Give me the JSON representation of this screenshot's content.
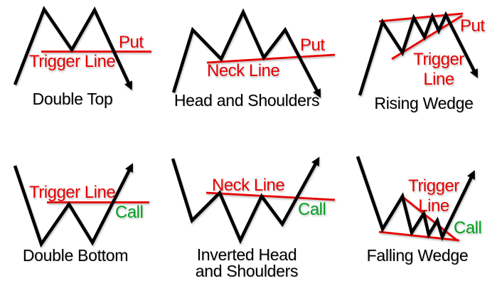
{
  "colors": {
    "background": "#ffffff",
    "pattern": "#000000",
    "signal_line": "#e60000",
    "bearish": "#e60000",
    "bullish": "#00a01e",
    "caption": "#000000"
  },
  "panels": [
    {
      "name": "double-top",
      "caption": "Double Top",
      "line_label": "Trigger Line",
      "signal_label": "Put",
      "signal": "put"
    },
    {
      "name": "head-and-shoulders",
      "caption": "Head and Shoulders",
      "line_label": "Neck Line",
      "signal_label": "Put",
      "signal": "put"
    },
    {
      "name": "rising-wedge",
      "caption": "Rising Wedge",
      "line_label": "Trigger Line",
      "signal_label": "Put",
      "signal": "put"
    },
    {
      "name": "double-bottom",
      "caption": "Double Bottom",
      "line_label": "Trigger Line",
      "signal_label": "Call",
      "signal": "call"
    },
    {
      "name": "inverted-head-and-shoulders",
      "caption": "Inverted Head and Shoulders",
      "line_label": "Neck Line",
      "signal_label": "Call",
      "signal": "call"
    },
    {
      "name": "falling-wedge",
      "caption": "Falling Wedge",
      "line_label": "Trigger Line",
      "signal_label": "Call",
      "signal": "call"
    }
  ]
}
